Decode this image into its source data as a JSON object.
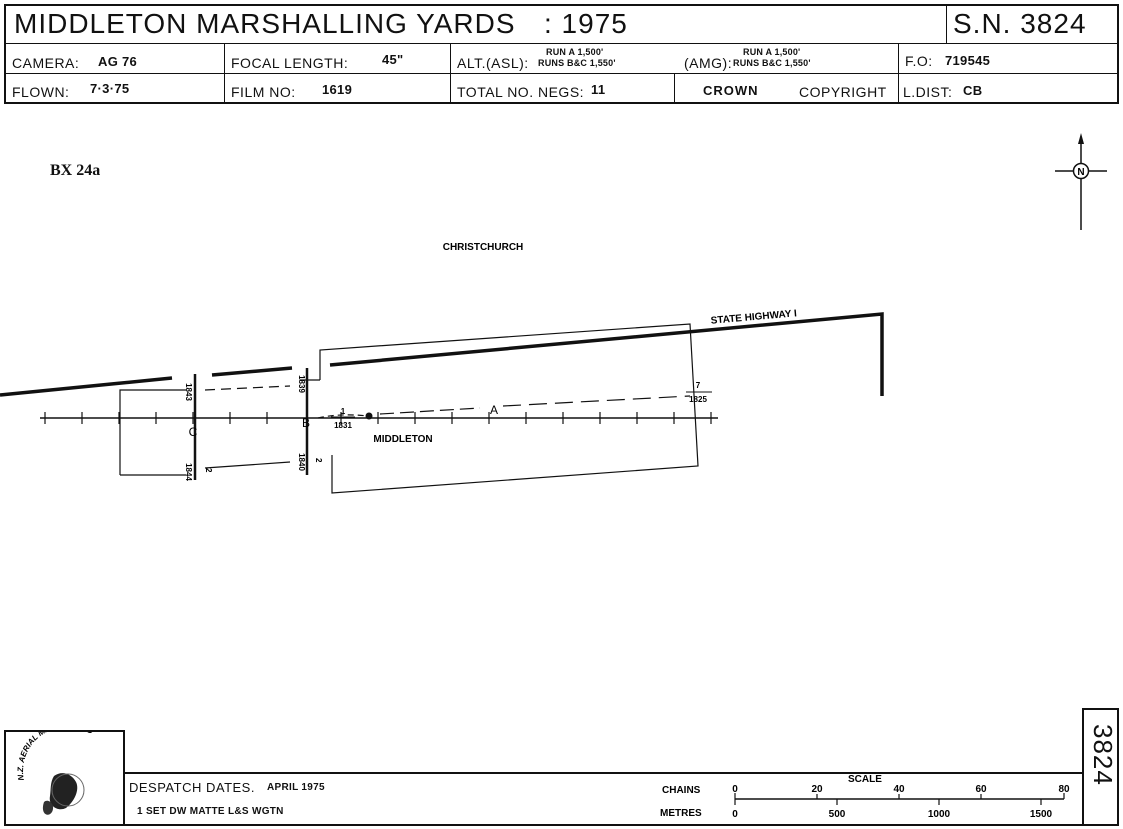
{
  "header": {
    "title": "MIDDLETON MARSHALLING YARDS",
    "year": ": 1975",
    "sn": "S.N. 3824",
    "camera_label": "CAMERA:",
    "camera_value": "AG 76",
    "focal_label": "FOCAL LENGTH:",
    "focal_value": "45\"",
    "alt_label": "ALT.(ASL):",
    "alt_value_1": "RUN A 1,500'",
    "alt_value_2": "RUNS B&C 1,550'",
    "amg_label": "(AMG):",
    "amg_value_1": "RUN A 1,500'",
    "amg_value_2": "RUNS B&C 1,550'",
    "fo_label": "F.O:",
    "fo_value": "719545",
    "flown_label": "FLOWN:",
    "flown_value": "7·3·75",
    "film_label": "FILM NO:",
    "film_value": "1619",
    "negs_label": "TOTAL NO. NEGS:",
    "negs_value": "11",
    "crown_label": "CROWN",
    "copyright_label": "COPYRIGHT",
    "ldist_label": "L.DIST:",
    "ldist_value": "CB"
  },
  "map": {
    "ref": "BX 24a",
    "north_symbol": "N",
    "place_christchurch": "CHRISTCHURCH",
    "place_middleton": "MIDDLETON",
    "highway_label": "STATE HIGHWAY I",
    "runs": {
      "a": "A",
      "b": "B",
      "c": "C"
    },
    "frames": {
      "f1843": "1843",
      "f1844": "1844",
      "f1839": "1839",
      "f1840": "1840",
      "f1831": "1831",
      "f1825": "1825",
      "n1": "1",
      "n2a": "2",
      "n2b": "2",
      "n7": "7"
    }
  },
  "footer": {
    "logo_text": "N.Z. AERIAL MAPPING LTD",
    "despatch_label": "DESPATCH DATES.",
    "despatch_value": "APRIL 1975",
    "set_line": "1 SET DW MATTE L&S WGTN",
    "scale_title": "SCALE",
    "chains_label": "CHAINS",
    "metres_label": "METRES",
    "chains_ticks": [
      "0",
      "20",
      "40",
      "60",
      "80"
    ],
    "metres_ticks": [
      "0",
      "500",
      "1000",
      "1500"
    ],
    "side_number": "3824"
  }
}
